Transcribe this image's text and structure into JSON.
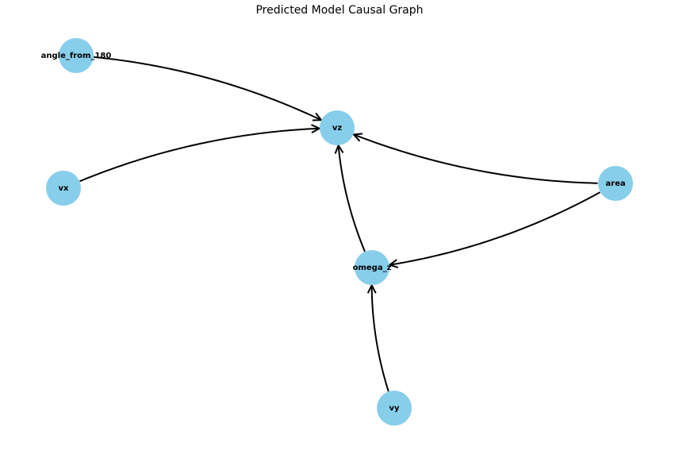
{
  "title": "Predicted Model Causal Graph",
  "node_color": "#87ceeb",
  "edge_color": "#000000",
  "nodes": [
    {
      "id": "angle_from_180",
      "label": "angle_from_180"
    },
    {
      "id": "vz",
      "label": "vz"
    },
    {
      "id": "vx",
      "label": "vx"
    },
    {
      "id": "area",
      "label": "area"
    },
    {
      "id": "omega_z",
      "label": "omega_z"
    },
    {
      "id": "vy",
      "label": "vy"
    }
  ],
  "edges": [
    {
      "from": "angle_from_180",
      "to": "vz"
    },
    {
      "from": "vx",
      "to": "vz"
    },
    {
      "from": "area",
      "to": "vz"
    },
    {
      "from": "omega_z",
      "to": "vz"
    },
    {
      "from": "area",
      "to": "omega_z"
    },
    {
      "from": "vy",
      "to": "omega_z"
    }
  ]
}
